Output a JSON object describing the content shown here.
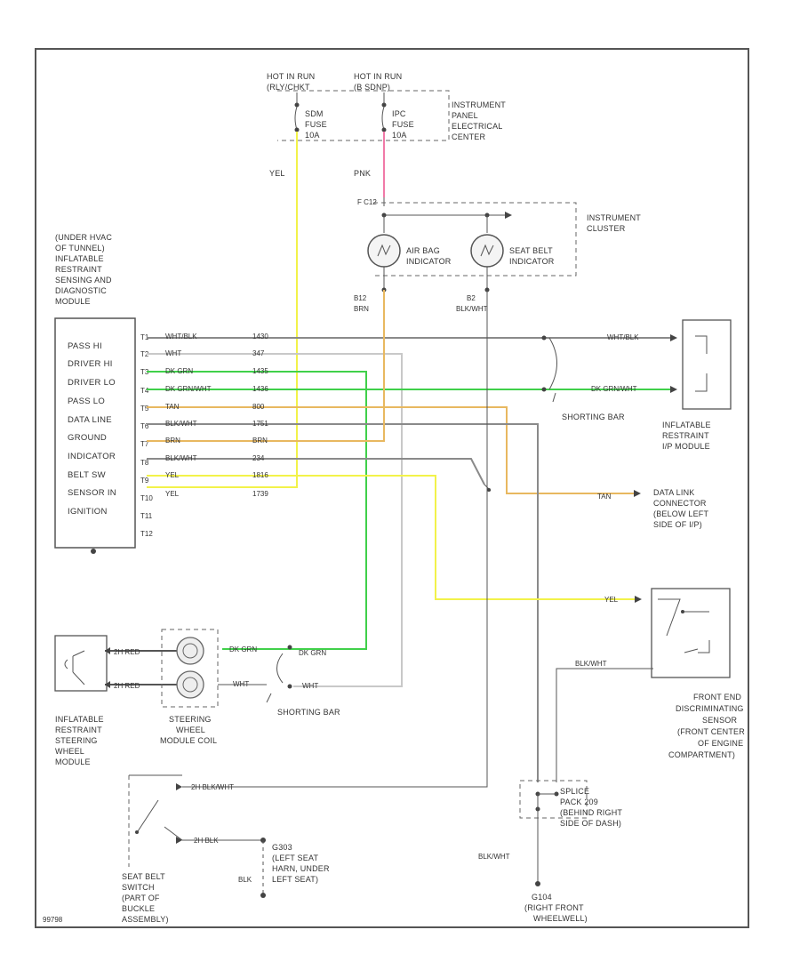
{
  "hot_run_left": [
    "HOT IN RUN",
    "(RLY/CHKT"
  ],
  "hot_run_right": [
    "HOT IN RUN",
    "(B SDNP)"
  ],
  "fuse_left": [
    "SDM",
    "FUSE",
    "10A"
  ],
  "fuse_right": [
    "IPC",
    "FUSE",
    "10A"
  ],
  "ip_center": [
    "INSTRUMENT",
    "PANEL",
    "ELECTRICAL",
    "CENTER"
  ],
  "wire_yel_top": "YEL",
  "wire_pnk": "PNK",
  "cluster_pin_top": "F C12",
  "instrument_cluster": [
    "INSTRUMENT",
    "CLUSTER"
  ],
  "air_bag_indicator": [
    "AIR BAG",
    "INDICATOR"
  ],
  "seat_belt_indicator": [
    "SEAT BELT",
    "INDICATOR"
  ],
  "cluster_pin_b12": [
    "B12",
    "BRN"
  ],
  "cluster_pin_b2": [
    "B2",
    "BLK/WHT"
  ],
  "sdm_title": [
    "(UNDER HVAC",
    "OF TUNNEL)",
    "INFLATABLE",
    "RESTRAINT",
    "SENSING AND",
    "DIAGNOSTIC",
    "MODULE"
  ],
  "sdm_functions": [
    "PASS HI",
    "DRIVER HI",
    "DRIVER LO",
    "PASS LO",
    "DATA LINE",
    "GROUND",
    "INDICATOR",
    "BELT SW",
    "SENSOR IN",
    "IGNITION"
  ],
  "sdm_pins": [
    "T1",
    "T2",
    "T3",
    "T4",
    "T5",
    "T6",
    "T7",
    "T8",
    "T9",
    "T10",
    "T11",
    "T12"
  ],
  "sdm_wire_colors": [
    "WHT/BLK",
    "WHT",
    "DK GRN",
    "DK GRN/WHT",
    "TAN",
    "BLK/WHT",
    "BRN",
    "BLK/WHT",
    "YEL",
    "YEL"
  ],
  "sdm_circuits": [
    "1430",
    "347",
    "1435",
    "1436",
    "800",
    "1751",
    "BRN",
    "234",
    "1816",
    "1739"
  ],
  "pass_wire_top": "WHT/BLK",
  "pass_wire_bottom": "DK GRN/WHT",
  "shorting_bar_right": "SHORTING BAR",
  "ip_module": [
    "INFLATABLE",
    "RESTRAINT",
    "I/P MODULE"
  ],
  "dlc_wire": "TAN",
  "dlc": [
    "DATA LINK",
    "CONNECTOR",
    "(BELOW LEFT",
    "SIDE OF I/P)"
  ],
  "sensor_wire_yel": "YEL",
  "sensor_wire_blkwht": "BLK/WHT",
  "front_sensor": [
    "FRONT END",
    "DISCRIMINATING",
    "SENSOR",
    "(FRONT CENTER",
    "OF ENGINE",
    "COMPARTMENT)"
  ],
  "steering_module": [
    "INFLATABLE",
    "RESTRAINT",
    "STEERING",
    "WHEEL",
    "MODULE"
  ],
  "coil_wires_left": [
    "2H RED",
    "2H RED"
  ],
  "steering_coil": [
    "STEERING",
    "WHEEL",
    "MODULE COIL"
  ],
  "coil_wire_grn_a": "DK GRN",
  "coil_wire_grn_b": "DK GRN",
  "coil_wire_wht_a": "WHT",
  "coil_wire_wht_b": "WHT",
  "shorting_bar_bottom": "SHORTING BAR",
  "splice": [
    "SPLICE",
    "PACK 209",
    "(BEHIND RIGHT",
    "SIDE OF DASH)"
  ],
  "splice_wire": "BLK/WHT",
  "ground_g104": [
    "G104",
    "(RIGHT FRONT",
    "WHEELWELL)"
  ],
  "seat_belt_wire_top": "2H BLK/WHT",
  "seat_belt_wire_bottom": "2H BLK",
  "ground_g303": [
    "G303",
    "(LEFT SEAT",
    "HARN, UNDER",
    "LEFT SEAT)"
  ],
  "ground_wire_blk": "BLK",
  "seat_belt_switch": [
    "SEAT BELT",
    "SWITCH",
    "(PART OF",
    "BUCKLE",
    "ASSEMBLY)"
  ],
  "corner_code": "99798",
  "colors": {
    "yellow": "#f2f24a",
    "pink": "#f07aa8",
    "green": "#40d04a",
    "tan": "#e8b860",
    "gray": "#8a8a8a",
    "line": "#444444"
  }
}
